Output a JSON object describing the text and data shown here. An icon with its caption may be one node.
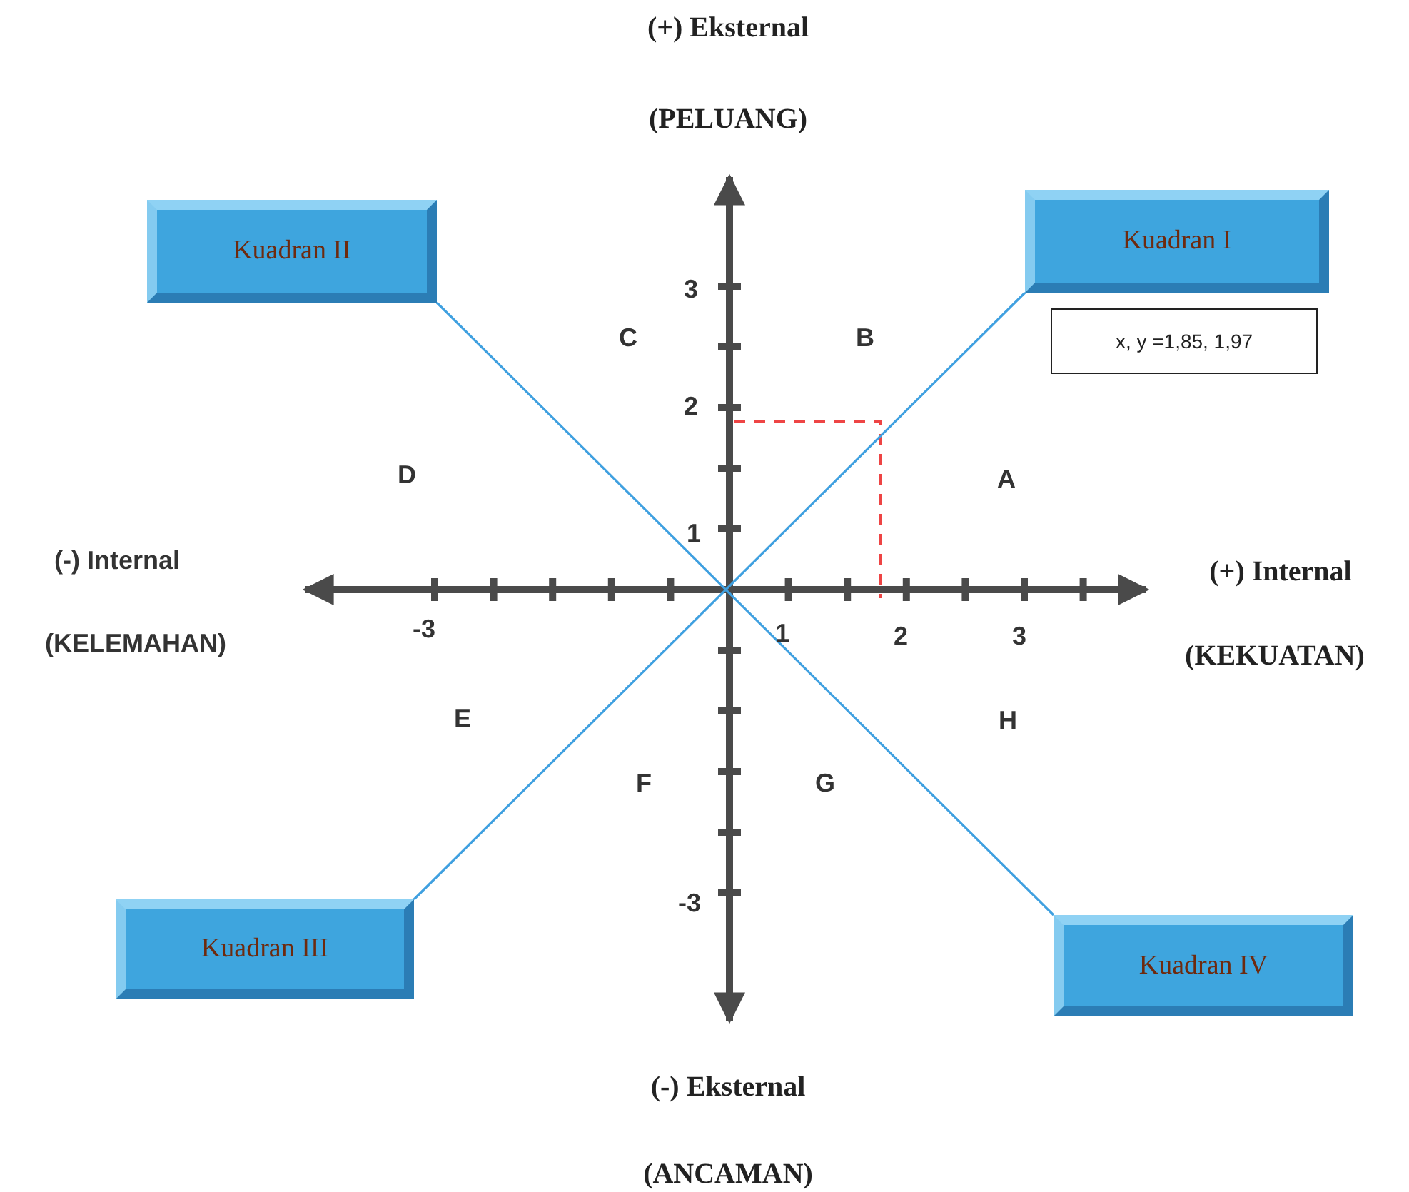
{
  "diagram": {
    "nodes": [
      {
        "text": [
          "Kuadran II"
        ]
      },
      {
        "text": [
          "Kuadran I"
        ]
      },
      {
        "text": [
          "x, y =1,85, 1,97"
        ]
      },
      {
        "text": [
          "Kuadran III"
        ]
      },
      {
        "text": [
          "Kuadran IV"
        ]
      }
    ],
    "edges": [
      {
        "from": 0,
        "to": 4,
        "arrow": "none"
      },
      {
        "from": 3,
        "to": 1,
        "arrow": "none"
      }
    ],
    "labels": [
      "(+) Eksternal",
      "(PELUANG)",
      "3",
      "C",
      "B",
      "2",
      "D",
      "A",
      "(-) Internal",
      "1",
      "(+) Internal",
      "(KELEMAHAN)",
      "-3",
      "1",
      "2",
      "3",
      "(KEKUATAN)",
      "E",
      "H",
      "F",
      "G",
      "-3",
      "(-) Eksternal",
      "(ANCAMAN)"
    ]
  }
}
